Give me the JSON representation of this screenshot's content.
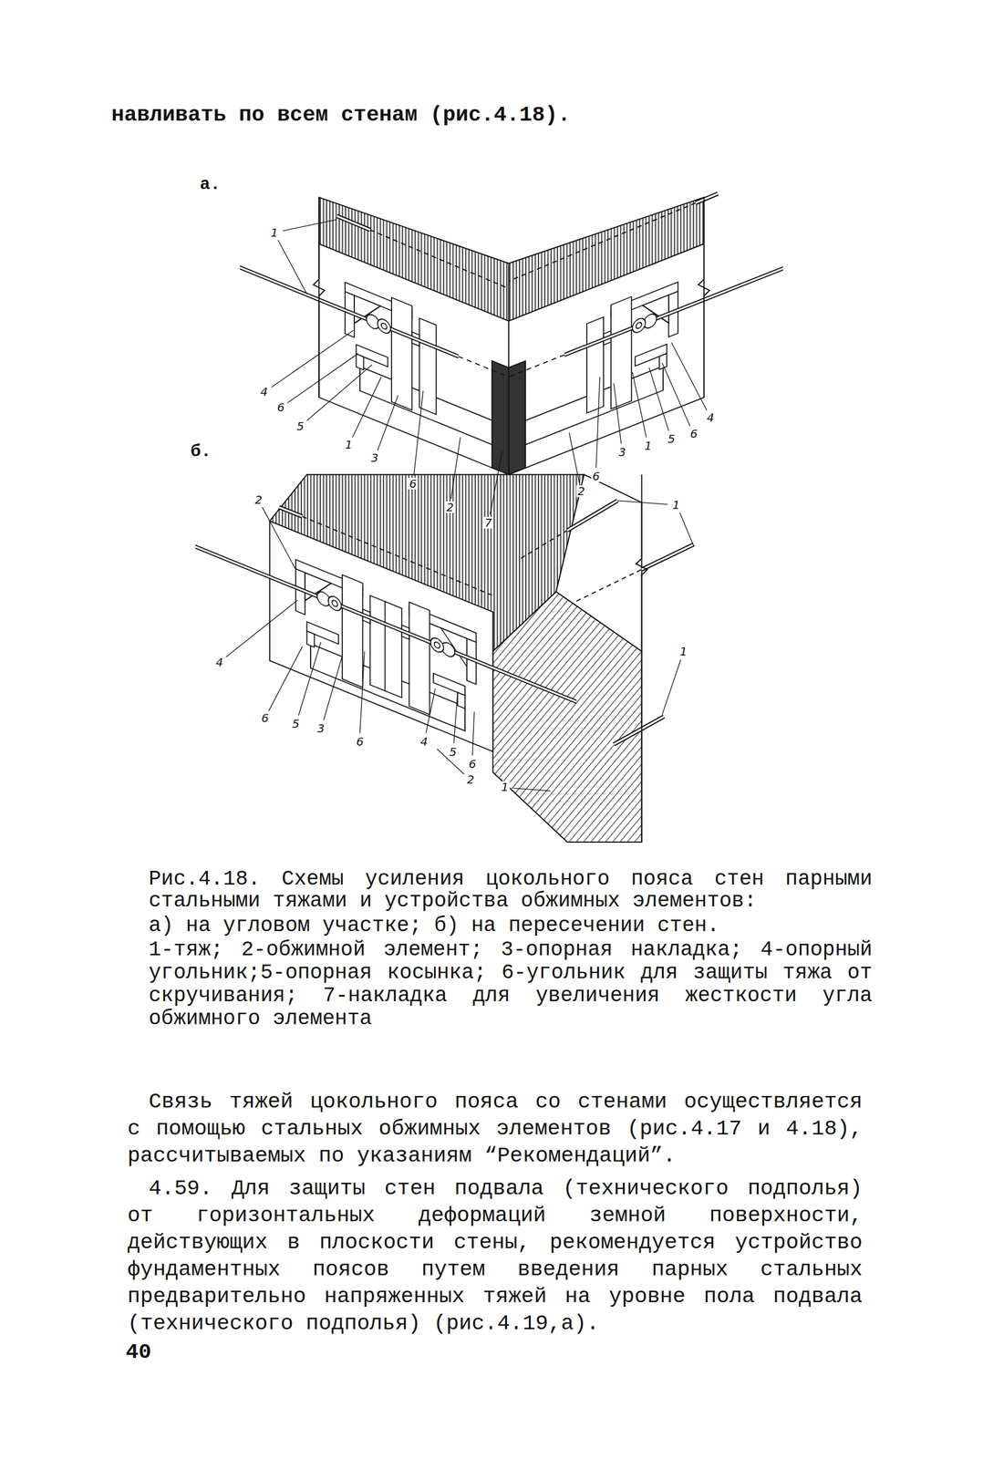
{
  "diagram": {
    "caption": "Рис.4.18. Схемы усиления цокольного пояса стен парными стальными тяжами и устройства обжимных элементов:",
    "labels": [
      "навливать по всем стенам (рис.4.18).",
      "а.",
      "1",
      "4",
      "6",
      "5",
      "1",
      "3",
      "6",
      "2",
      "7",
      "4",
      "6",
      "5",
      "1",
      "3",
      "6",
      "2",
      "б.",
      "2",
      "1",
      "4",
      "6",
      "5",
      "3",
      "6",
      "4",
      "5",
      "6",
      "2",
      "1",
      "1",
      "а) на угловом участке; б) на пересечении стен.",
      "1-тяж; 2-обжимной элемент; 3-опорная накладка; 4-опорный угольник;5-опорная косынка; 6-угольник для защиты тяжа от скручивания; 7-накладка для увеличения жесткости угла обжимного элемента",
      "Связь тяжей цокольного пояса со стенами осуществляется с помощью стальных обжимных элементов (рис.4.17 и 4.18), рассчитываемых по указаниям “Рекомендаций”.",
      "4.59. Для защиты стен подвала (технического подполья) от горизонтальных деформаций земной поверхности, действующих в плоскости стены, рекомендуется устройство фундаментных поясов путем введения парных стальных предварительно напряженных тяжей на уровне пола подвала (технического подполья) (рис.4.19,а).",
      "40"
    ]
  }
}
